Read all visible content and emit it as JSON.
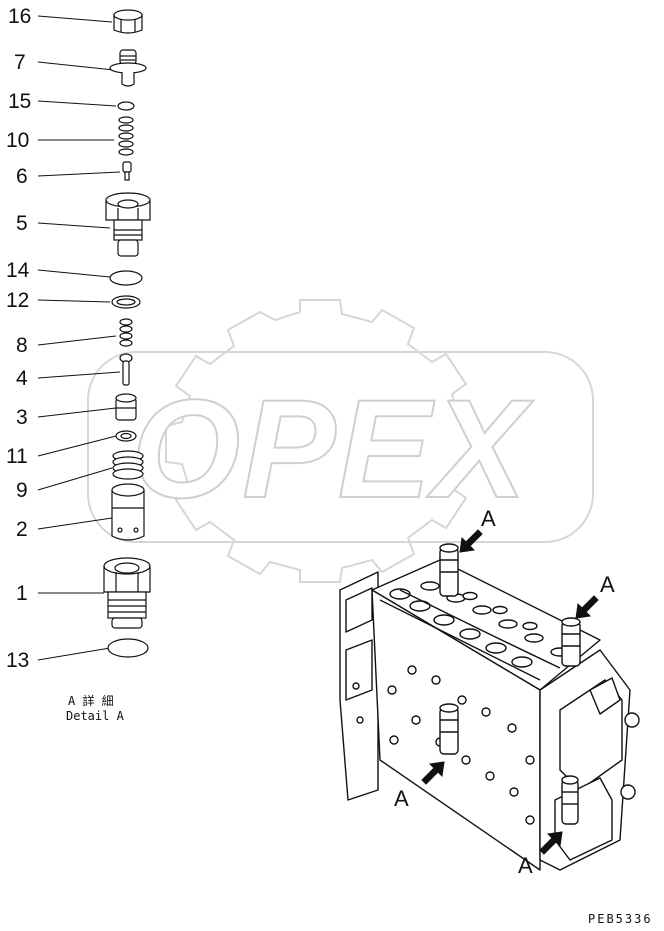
{
  "watermark": "OPEX",
  "callouts": [
    "16",
    "7",
    "15",
    "10",
    "6",
    "5",
    "14",
    "12",
    "8",
    "4",
    "3",
    "11",
    "9",
    "2",
    "1",
    "13"
  ],
  "caption": {
    "jp": "A 詳 細",
    "en": "Detail A"
  },
  "view_labels": [
    "A",
    "A",
    "A",
    "A"
  ],
  "drawing_code": "PEB5336"
}
